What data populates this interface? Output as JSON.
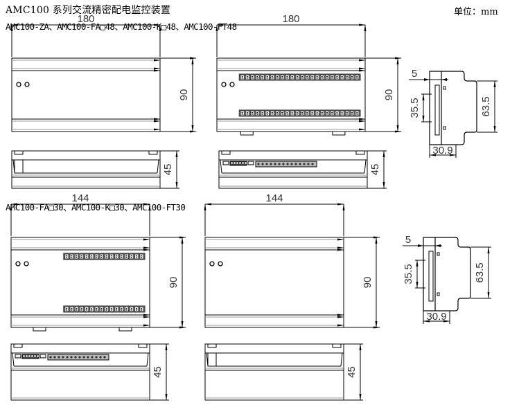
{
  "header": {
    "title": "AMC100 系列交流精密配电监控装置",
    "unit_label": "单位：mm"
  },
  "groups": [
    {
      "models_label": "AMC100-ZA、AMC100-FA□48、AMC100-K□48、AMC100-FT48",
      "views": [
        {
          "id": "front-plain",
          "kind": "front",
          "terminals": false,
          "width_dim": "180",
          "height_dim": "90"
        },
        {
          "id": "front-terminals",
          "kind": "front",
          "terminals": true,
          "terminals_per_row": 24,
          "width_dim": "180",
          "height_dim": "90"
        },
        {
          "id": "top-plain",
          "kind": "top",
          "connectors": false,
          "depth_dim": "45"
        },
        {
          "id": "top-connectors",
          "kind": "top",
          "connectors": true,
          "depth_dim": "45"
        }
      ],
      "side_view": {
        "rail_offset_dim": "5",
        "rail_height_dim": "35.5",
        "body_height_dim": "63.5",
        "depth_dim": "30.9"
      }
    },
    {
      "models_label": "AMC100-FA□30、AMC100-K□30、AMC100-FT30",
      "views": [
        {
          "id": "front-terminals",
          "kind": "front",
          "terminals": true,
          "terminals_per_row": 16,
          "width_dim": "144",
          "height_dim": "90"
        },
        {
          "id": "front-plain",
          "kind": "front",
          "terminals": false,
          "width_dim": "144",
          "height_dim": "90"
        },
        {
          "id": "top-connectors",
          "kind": "top",
          "connectors": true,
          "depth_dim": "45"
        },
        {
          "id": "top-plain",
          "kind": "top",
          "connectors": false,
          "depth_dim": "45"
        }
      ],
      "side_view": {
        "rail_offset_dim": "5",
        "rail_height_dim": "35.5",
        "body_height_dim": "63.5",
        "depth_dim": "30.9"
      }
    }
  ],
  "colors": {
    "line": "#000000",
    "gray_line": "#9a9a9a",
    "terminal_fill": "#6e6e6e",
    "dim_text": "#333333"
  }
}
